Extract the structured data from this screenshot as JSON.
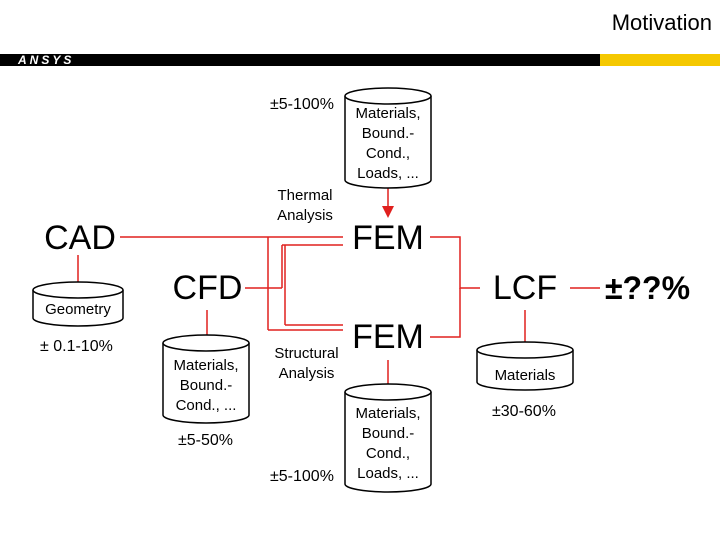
{
  "header": {
    "title": "Motivation",
    "logo": "ANSYS"
  },
  "nodes": {
    "cad": "CAD",
    "fem_top": "FEM",
    "cfd": "CFD",
    "lcf": "LCF",
    "fem_bottom": "FEM",
    "overall": "±??%"
  },
  "labels": {
    "thermal_analysis": "Thermal Analysis",
    "structural_analysis": "Structural Analysis",
    "pct_top": "±5-100%",
    "pct_bottom": "±5-100%",
    "pct_geometry": "± 0.1-10%",
    "pct_cfd": "±5-50%",
    "pct_materials_lcf": "±30-60%"
  },
  "cylinders": {
    "top": [
      "Materials,",
      "Bound.-",
      "Cond.,",
      "Loads, ..."
    ],
    "geometry": [
      "Geometry"
    ],
    "cfd": [
      "Materials,",
      "Bound.-",
      "Cond., ..."
    ],
    "bottom": [
      "Materials,",
      "Bound.-",
      "Cond.,",
      "Loads, ..."
    ],
    "lcf": [
      "Materials"
    ]
  },
  "colors": {
    "red": "#e0201e",
    "accent": "#f5c800"
  }
}
